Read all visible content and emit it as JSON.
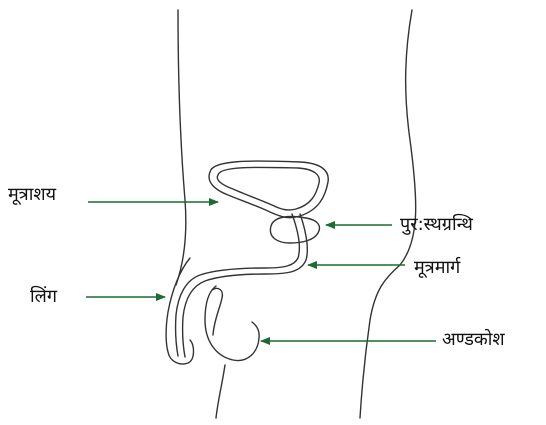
{
  "labels": {
    "bladder": "मूत्राशय",
    "penis": "लिंग",
    "prostate": "पुर:स्थग्रन्थि",
    "urethra": "मूत्रमार्ग",
    "testis": "अण्डकोश"
  },
  "colors": {
    "outline": "#333333",
    "arrow": "#1b6b33",
    "background": "#ffffff"
  }
}
